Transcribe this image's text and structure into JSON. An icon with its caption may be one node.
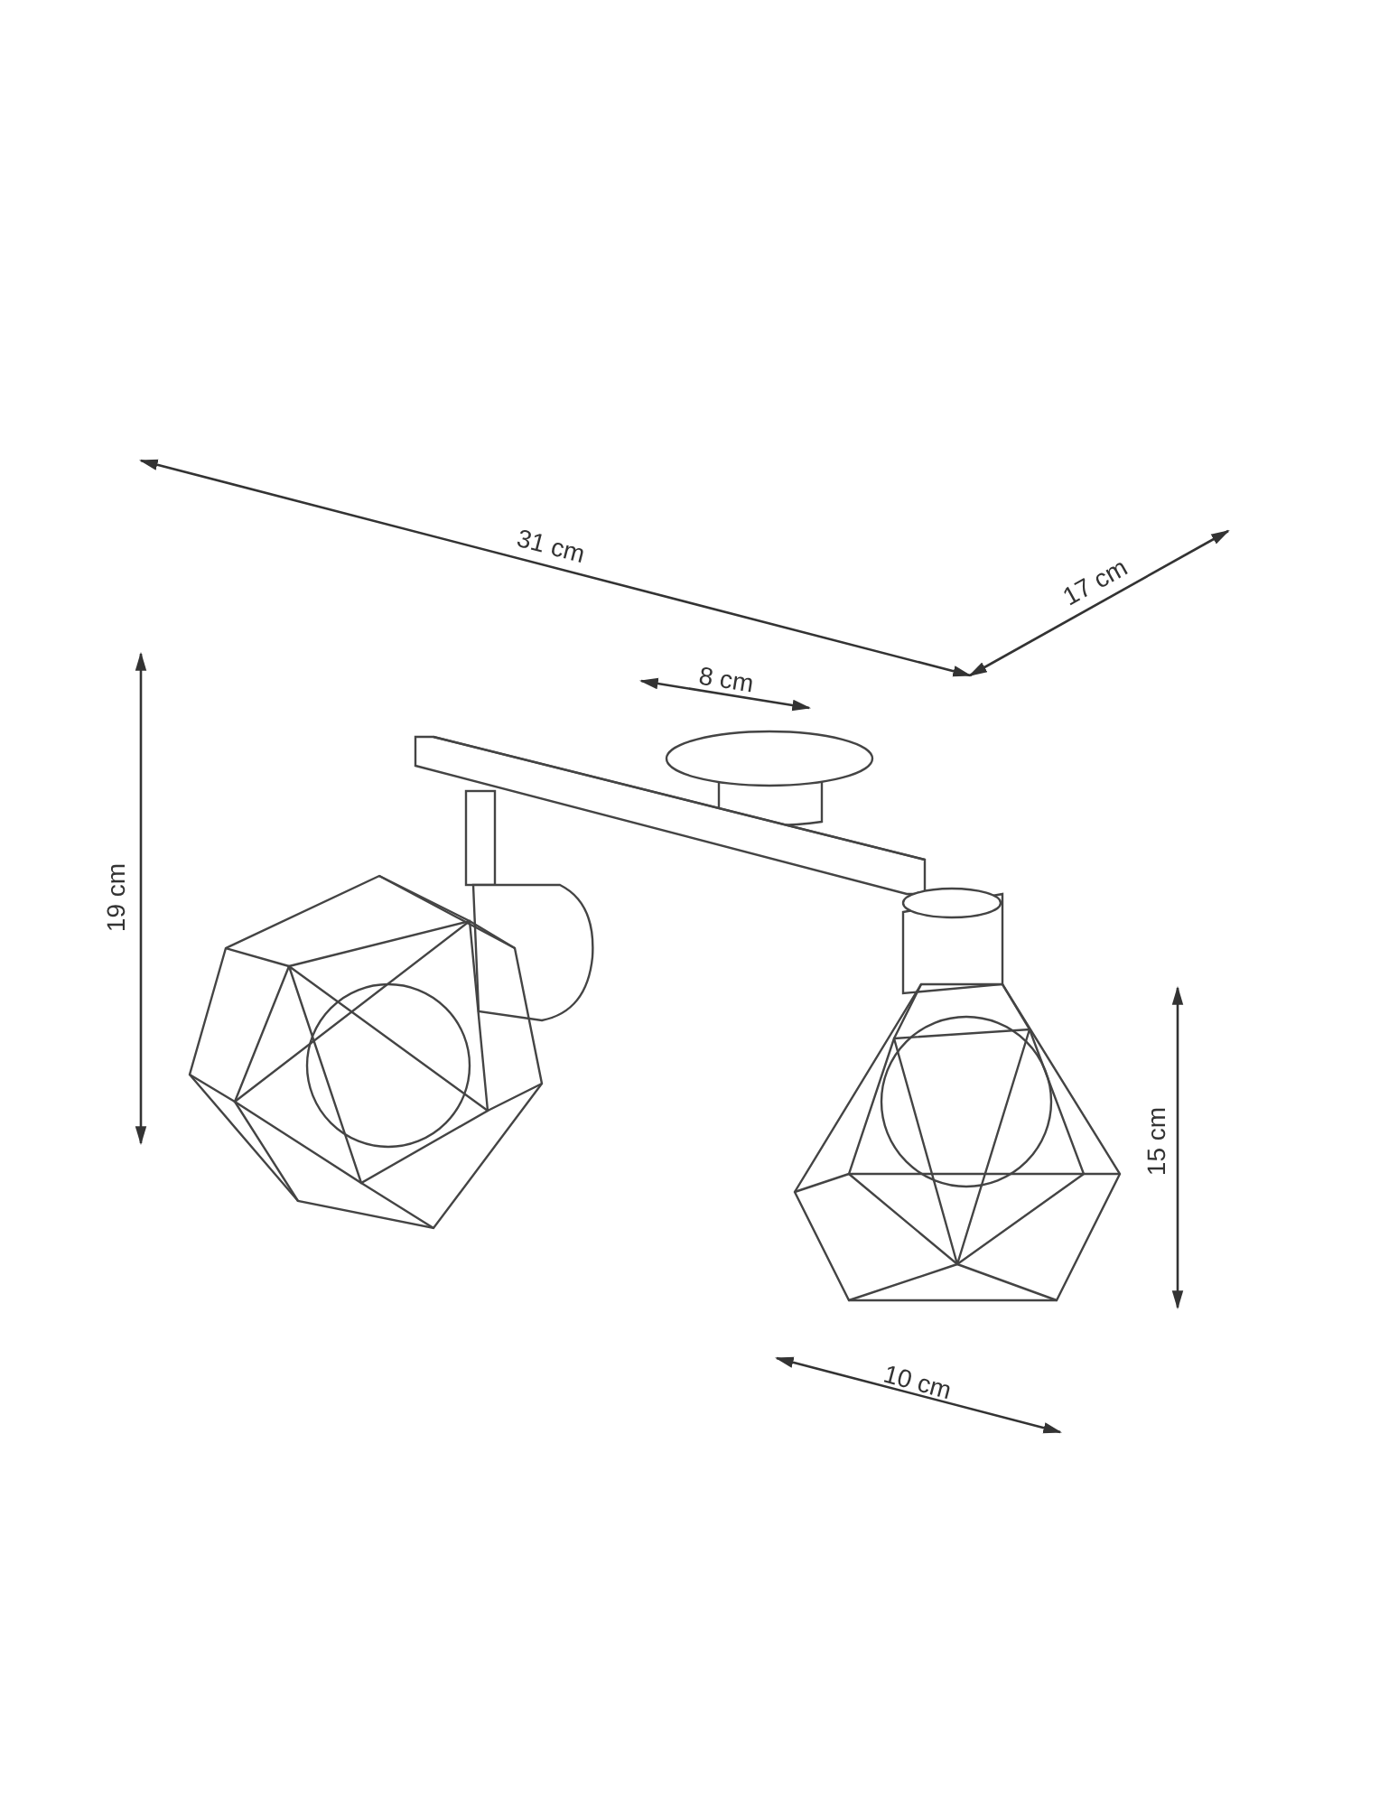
{
  "diagram": {
    "labels": [
      "31 cm",
      "17 cm",
      "8 cm",
      "19 cm",
      "15 cm",
      "10 cm"
    ]
  }
}
